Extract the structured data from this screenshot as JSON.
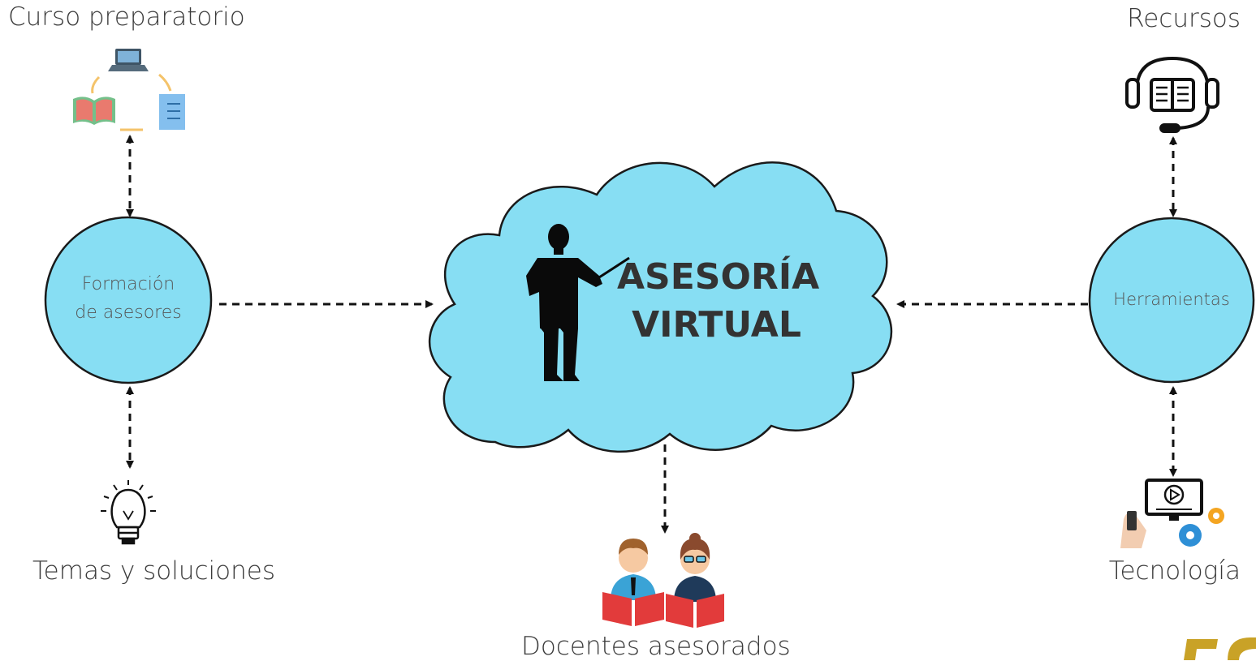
{
  "colors": {
    "node_fill": "#87def3",
    "stroke": "#1a1a1a",
    "arrow": "#111111",
    "logo_gold": "#c9a227"
  },
  "labels": {
    "top_left": "Curso preparatorio",
    "top_right": "Recursos",
    "bottom_left": "Temas y soluciones",
    "bottom_right": "Tecnología",
    "bottom_center": "Docentes asesorados"
  },
  "nodes": {
    "left_line1": "Formación",
    "left_line2": "de asesores",
    "right": "Herramientas",
    "center_line1": "ASESORÍA",
    "center_line2": "VIRTUAL"
  },
  "icons": {
    "top_left": "study-cycle-icon",
    "top_right": "audiobook-headset-icon",
    "bottom_left": "lightbulb-icon",
    "bottom_right": "technology-icon",
    "bottom_center": "readers-icon",
    "center": "teacher-silhouette-icon",
    "corner": "logo-mark"
  }
}
